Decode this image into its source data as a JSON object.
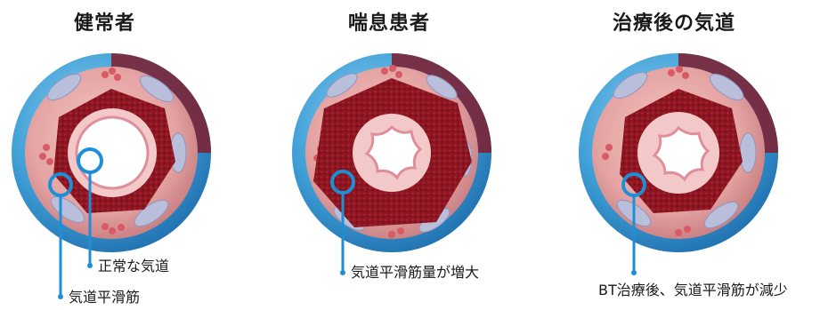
{
  "panels": [
    {
      "title": "健常者",
      "labels": [
        "正常な気道",
        "気道平滑筋"
      ]
    },
    {
      "title": "喘息患者",
      "labels": [
        "気道平滑筋量が増大"
      ]
    },
    {
      "title": "治療後の気道",
      "labels": [
        "BT治療後、気道平滑筋が減少"
      ]
    }
  ],
  "colors": {
    "outer_ring": "#4aa9dc",
    "tissue": "#e6a9a7",
    "muscle": "#8e1622",
    "muscle_dark": "#5e0c14",
    "mucosa": "#f2c9c8",
    "lumen": "#ffffff",
    "cartilage": "#b9bedb",
    "callout": "#1e8fd6"
  }
}
